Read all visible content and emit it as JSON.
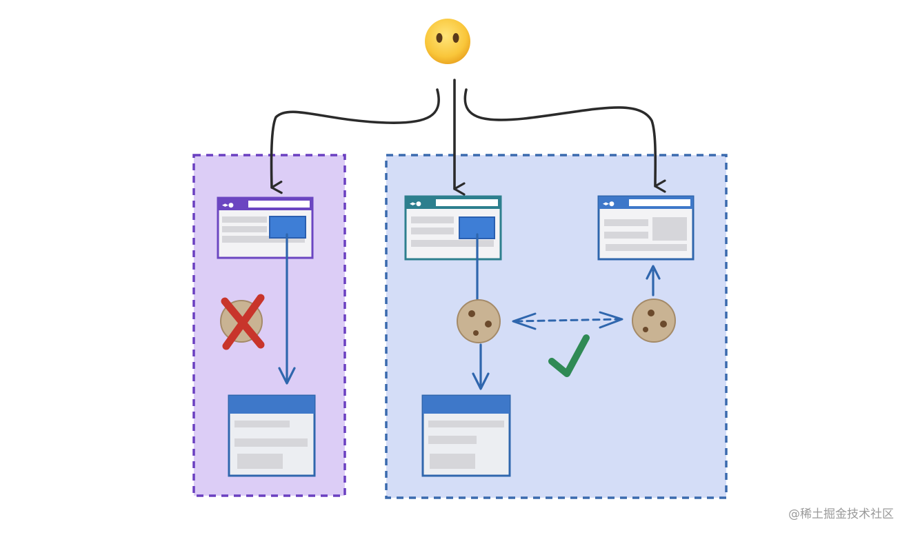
{
  "diagram": {
    "user_icon": "neutral-face-emoji",
    "left_zone": {
      "color": "#6a3fc0",
      "fill": "#dccdf6",
      "cookie_status": "blocked"
    },
    "right_zone": {
      "color": "#3a6aae",
      "fill": "#d4ddf7",
      "cookie_status": "shared"
    },
    "icons": {
      "blocked": "red-x-icon",
      "allowed": "green-checkmark-icon",
      "cookie": "cookie-icon"
    },
    "colors": {
      "arrow_dark": "#2b2b2b",
      "arrow_blue": "#2f66ad",
      "browser_blue": "#3e78c9",
      "browser_purple": "#6b46c1",
      "browser_teal": "#2d7f8e",
      "cross_red": "#c8352b",
      "check_green": "#2f8a55"
    }
  },
  "watermark": "@稀土掘金技术社区"
}
